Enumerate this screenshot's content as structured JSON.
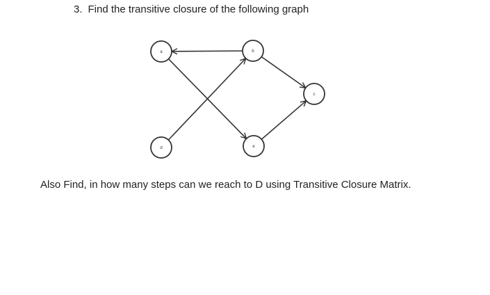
{
  "question": {
    "number": "3.",
    "text": "Find the transitive closure of the following graph"
  },
  "graph": {
    "nodes": [
      "a",
      "b",
      "c",
      "d",
      "e"
    ],
    "edges": [
      [
        "b",
        "a"
      ],
      [
        "a",
        "e"
      ],
      [
        "d",
        "b"
      ],
      [
        "b",
        "c"
      ],
      [
        "e",
        "c"
      ]
    ]
  },
  "followup": "Also Find, in how many steps can we reach to D using Transitive Closure Matrix."
}
